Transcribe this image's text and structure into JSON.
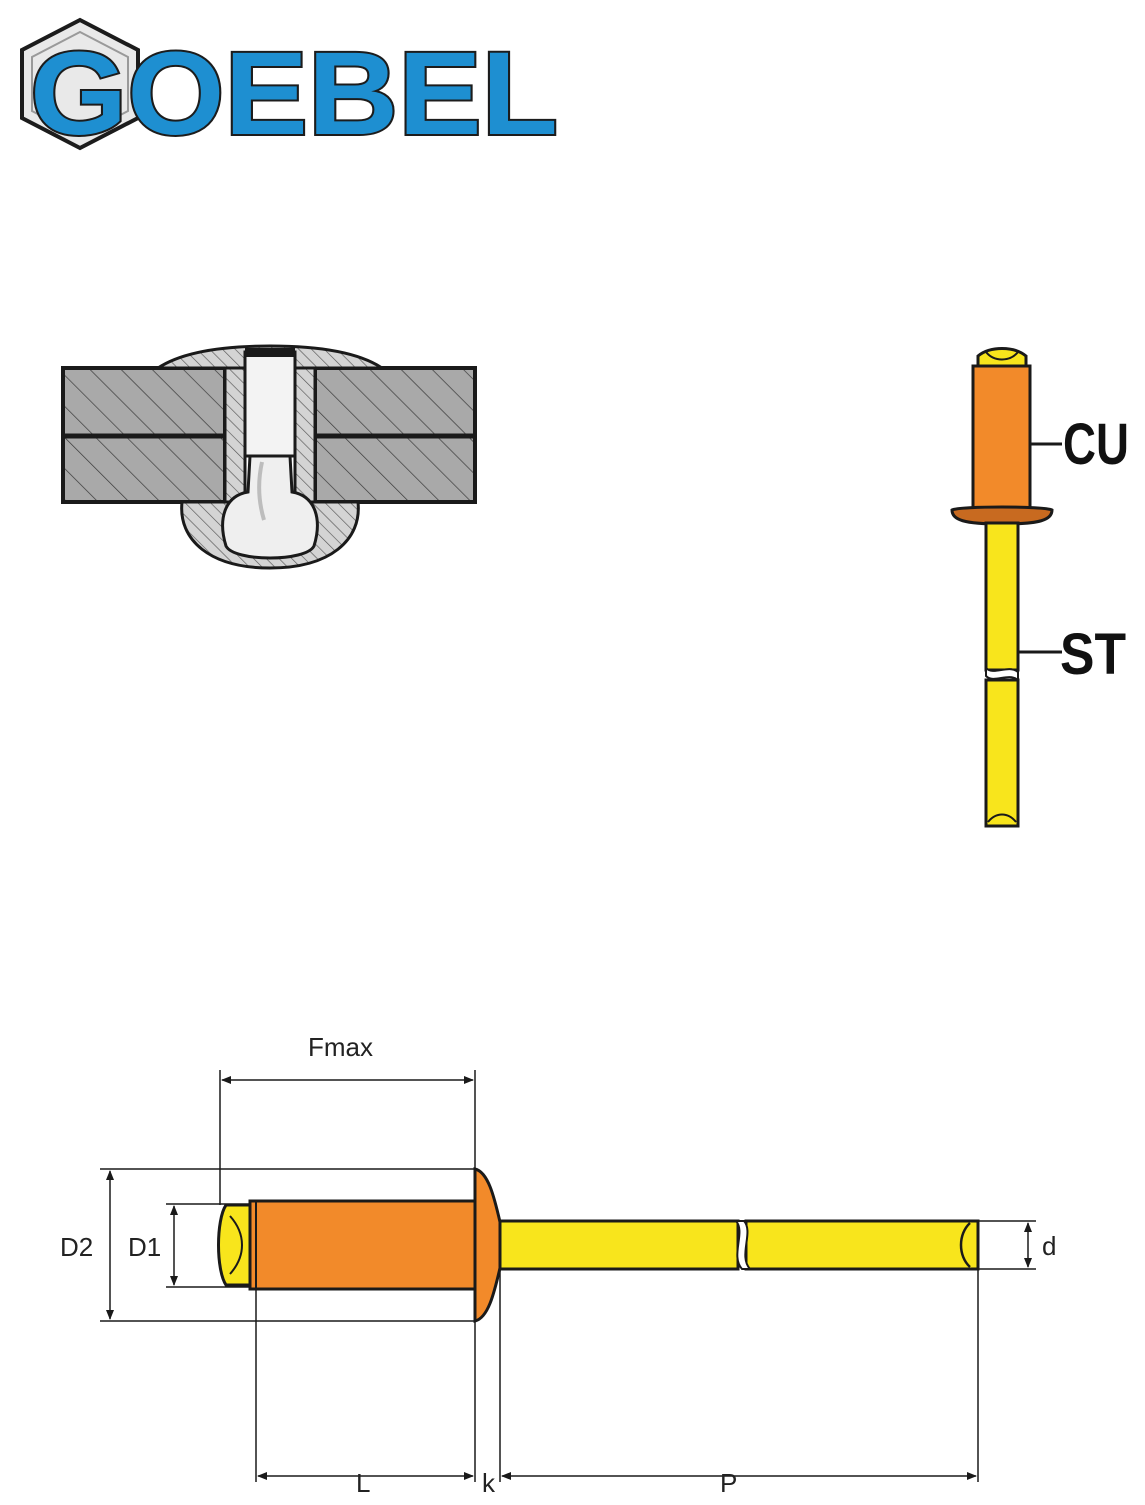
{
  "logo": {
    "brand": "GOEBEL",
    "colors": {
      "blue": "#1e8fd1",
      "outline": "#1c1c1c",
      "hex_fill": "#e9e9e9"
    }
  },
  "callouts": {
    "body_material": "CU",
    "mandrel_material": "ST"
  },
  "dimensions": {
    "fmax": "Fmax",
    "d2": "D2",
    "d1": "D1",
    "d": "d",
    "l": "L",
    "k": "k",
    "p": "P"
  },
  "colors": {
    "copper": "#f28a2a",
    "copper_dark": "#c86a20",
    "steel": "#f8e51c",
    "plate": "#a9a9a9",
    "line": "#1a1a1a"
  }
}
